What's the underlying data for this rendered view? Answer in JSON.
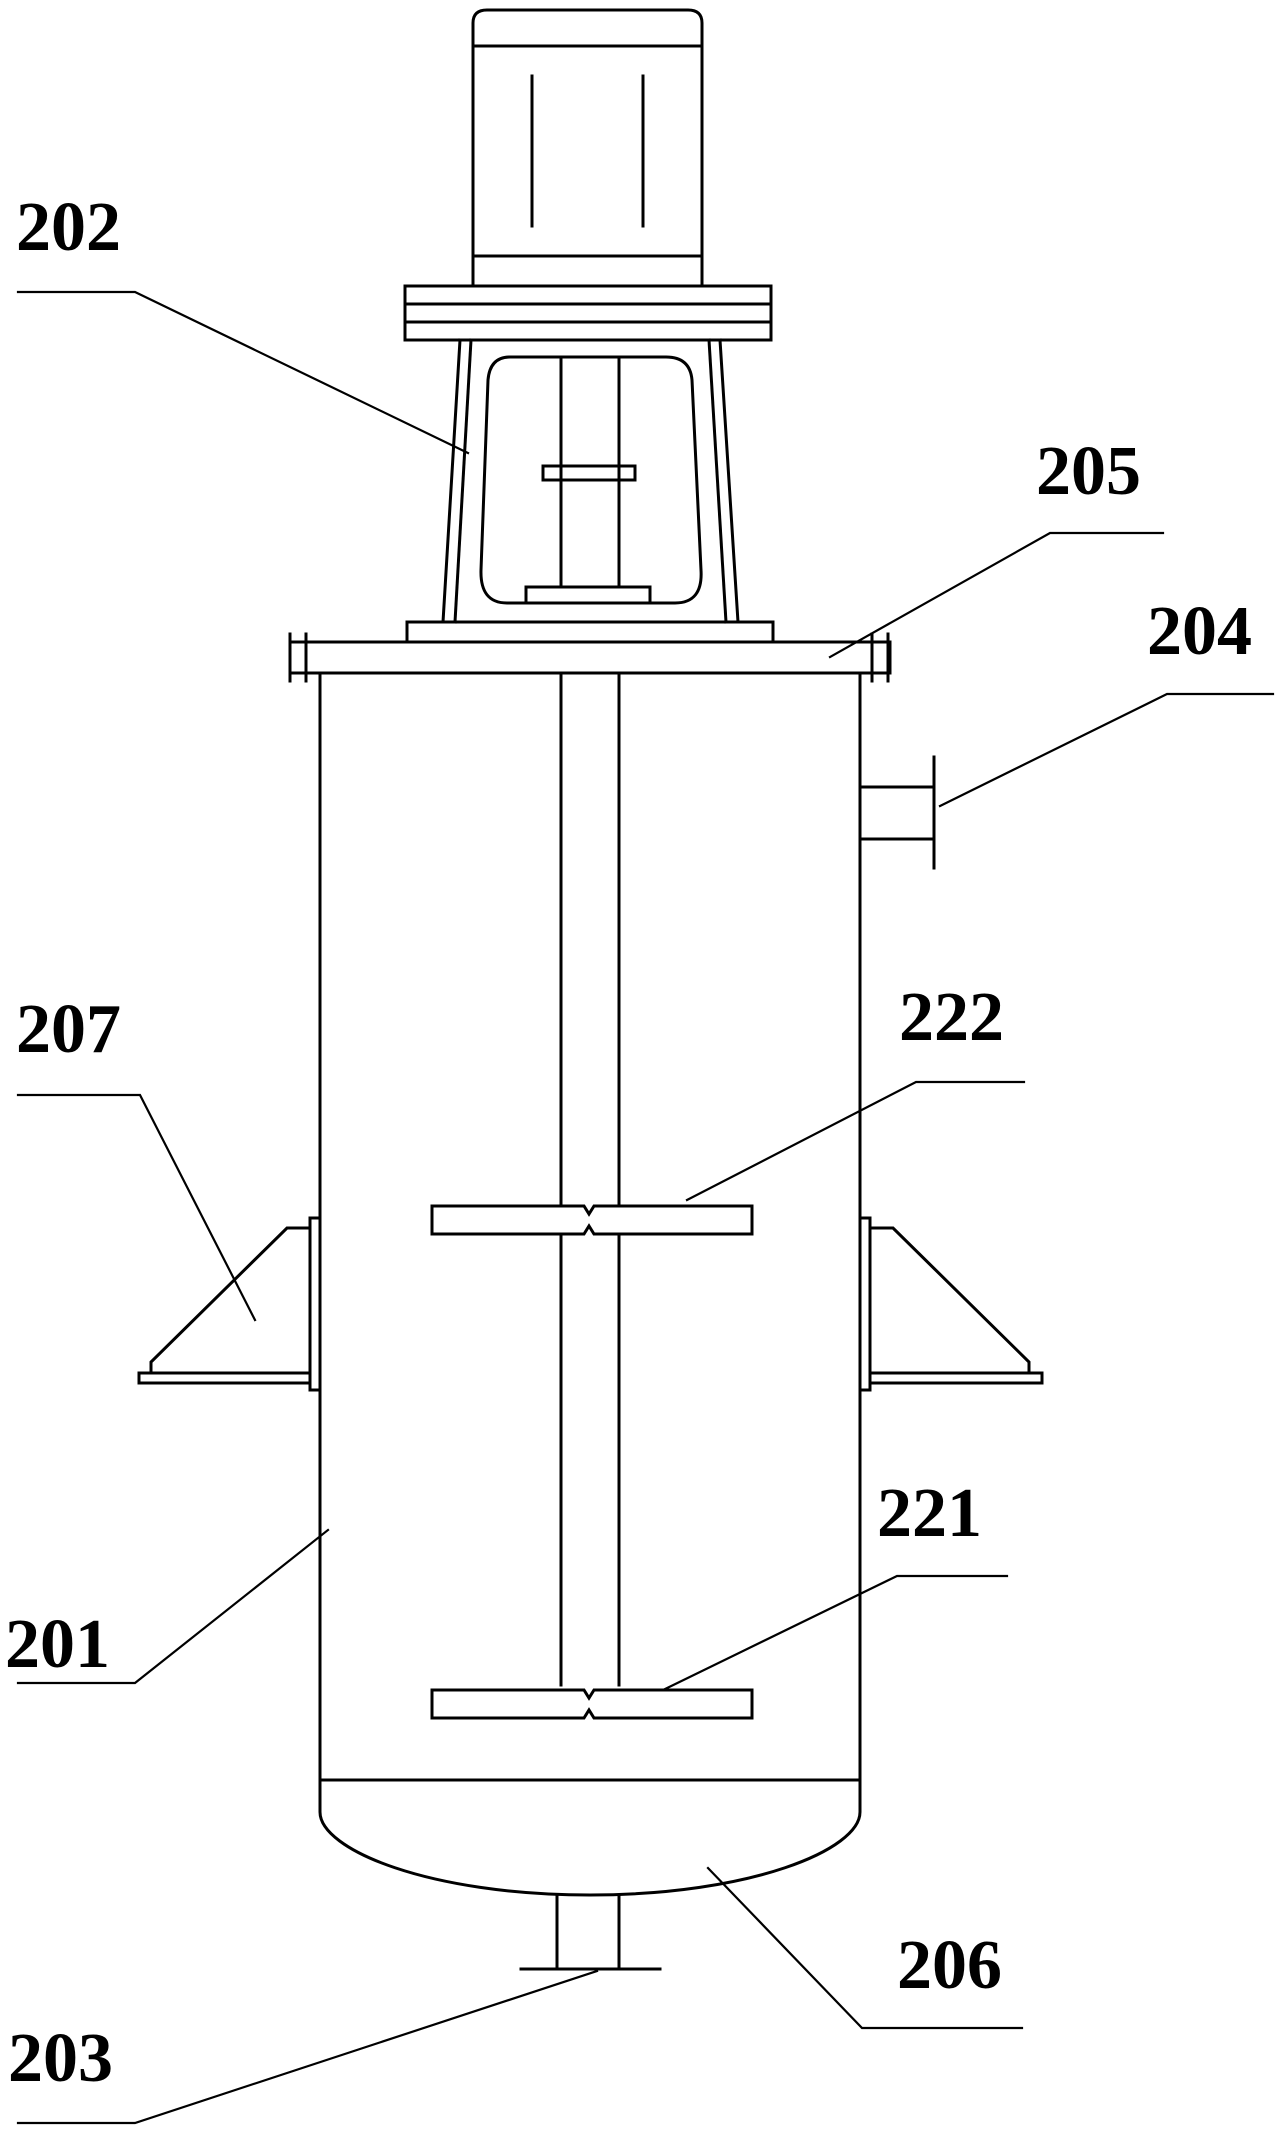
{
  "labels": {
    "l202": "202",
    "l205": "205",
    "l204": "204",
    "l207": "207",
    "l222": "222",
    "l221": "221",
    "l201": "201",
    "l206": "206",
    "l203": "203"
  },
  "colors": {
    "line": "#000000",
    "background": "#ffffff"
  }
}
